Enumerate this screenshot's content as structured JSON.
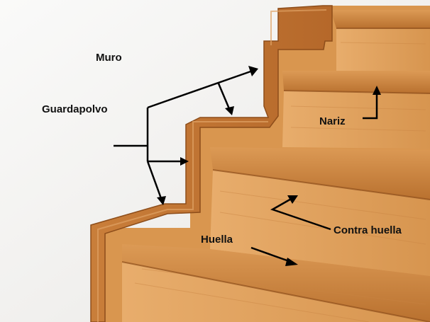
{
  "labels": {
    "muro": "Muro",
    "guardapolvo": "Guardapolvo",
    "nariz": "Nariz",
    "contra_huella": "Contra huella",
    "huella": "Huella"
  },
  "colors": {
    "wall": "#f4f3f1",
    "wood_light": "#e3a45e",
    "wood_mid": "#d48f48",
    "wood_dark": "#b46a2a",
    "wood_edge": "#8d4d1a",
    "arrow": "#000000"
  }
}
